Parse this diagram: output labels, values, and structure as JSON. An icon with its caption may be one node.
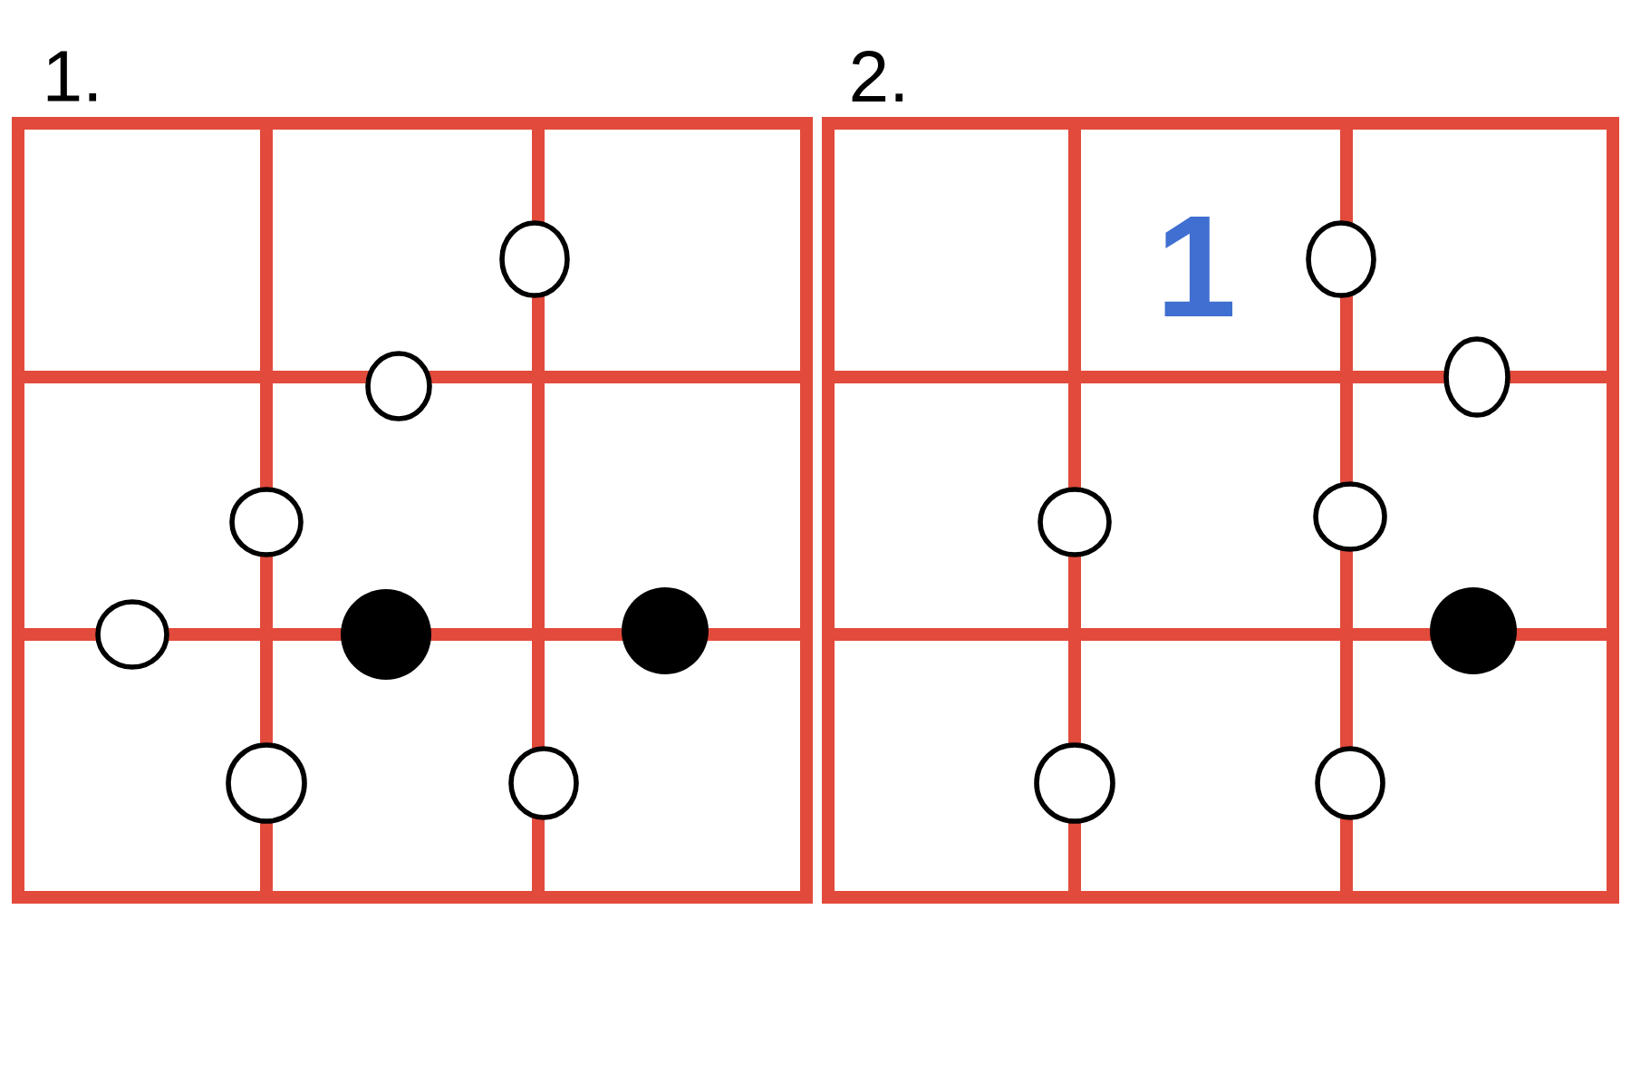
{
  "diagram": {
    "labels": [
      "1.",
      "2.",
      "1"
    ]
  }
}
